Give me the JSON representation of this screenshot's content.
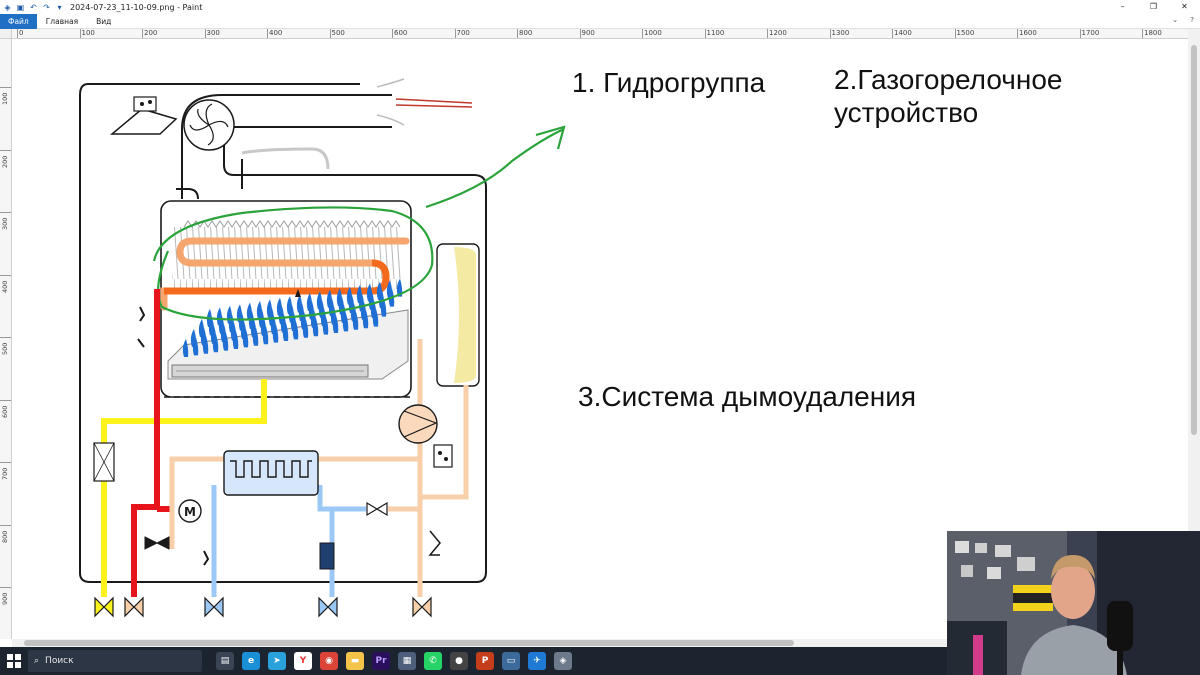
{
  "window": {
    "title": "2024-07-23_11-10-09.png - Paint",
    "controls": [
      "–",
      "❐",
      "✕"
    ]
  },
  "menu": {
    "file": "Файл",
    "home": "Главная",
    "view": "Вид"
  },
  "ruler": {
    "top_labels": [
      "0",
      "100",
      "200",
      "300",
      "400",
      "500",
      "600",
      "700",
      "800",
      "900",
      "1000",
      "1100",
      "1200",
      "1300",
      "1400",
      "1500",
      "1600",
      "1700",
      "1800"
    ],
    "left_labels": [
      "100",
      "200",
      "300",
      "400",
      "500",
      "600",
      "700",
      "800",
      "900"
    ]
  },
  "canvas": {
    "label1": "1. Гидрогруппа",
    "label2_line1": "2.Газогорелочное",
    "label2_line2": "устройство",
    "label3": "3.Система дымоудаления"
  },
  "diagram": {
    "colors": {
      "hot": "#e8141b",
      "gas": "#fdf21b",
      "cold": "#9cc8f5",
      "return": "#f8cfa8",
      "heat_orange": "#f46a1c",
      "heat_peach": "#f5a56d",
      "annotation": "#29a33a",
      "flame": "#1f6fd4",
      "flue": "#c0392b"
    },
    "valve_colors": [
      "#fdf21b",
      "#f8cfa8",
      "#9cc8f5",
      "#9cc8f5",
      "#f8cfa8"
    ]
  },
  "taskbar": {
    "search": "Поиск"
  }
}
